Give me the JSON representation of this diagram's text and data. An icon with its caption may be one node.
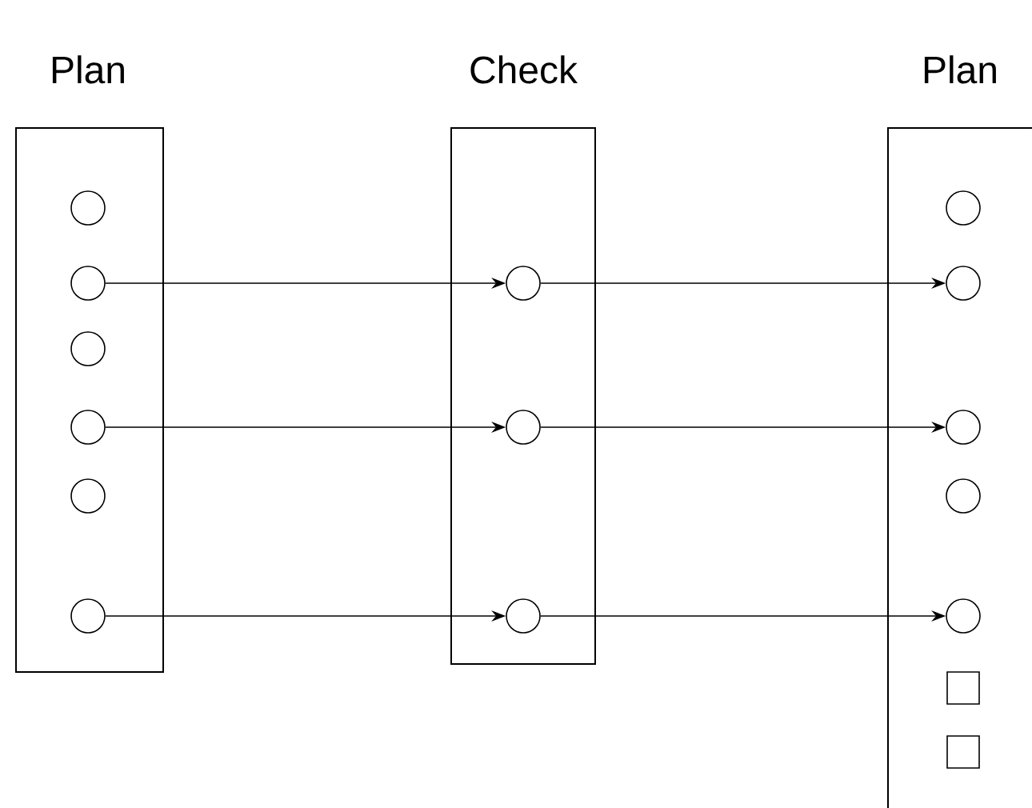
{
  "diagram": {
    "nodes": [
      {
        "text": [
          "Plan"
        ]
      },
      {
        "text": [],
        "shape": "circle",
        "in": 0
      },
      {
        "text": [],
        "shape": "circle",
        "in": 0
      },
      {
        "text": [],
        "shape": "circle",
        "in": 0
      },
      {
        "text": [],
        "shape": "circle",
        "in": 0
      },
      {
        "text": [],
        "shape": "circle",
        "in": 0
      },
      {
        "text": [],
        "shape": "circle",
        "in": 0
      },
      {
        "text": [
          "Check"
        ]
      },
      {
        "text": [],
        "shape": "circle",
        "in": 7
      },
      {
        "text": [],
        "shape": "circle",
        "in": 7
      },
      {
        "text": [],
        "shape": "circle",
        "in": 7
      },
      {
        "text": [
          "Plan"
        ]
      },
      {
        "text": [],
        "shape": "circle",
        "in": 11
      },
      {
        "text": [],
        "shape": "circle",
        "in": 11
      },
      {
        "text": [],
        "shape": "circle",
        "in": 11
      },
      {
        "text": [],
        "shape": "circle",
        "in": 11
      },
      {
        "text": [],
        "shape": "circle",
        "in": 11
      },
      {
        "text": [],
        "shape": "box",
        "in": 11
      },
      {
        "text": [],
        "shape": "box",
        "in": 11
      }
    ],
    "edges": [
      {
        "from": 2,
        "to": 8,
        "arrow": "to"
      },
      {
        "from": 8,
        "to": 13,
        "arrow": "to"
      },
      {
        "from": 4,
        "to": 9,
        "arrow": "to"
      },
      {
        "from": 9,
        "to": 14,
        "arrow": "to"
      },
      {
        "from": 6,
        "to": 10,
        "arrow": "to"
      },
      {
        "from": 10,
        "to": 16,
        "arrow": "to"
      }
    ]
  }
}
